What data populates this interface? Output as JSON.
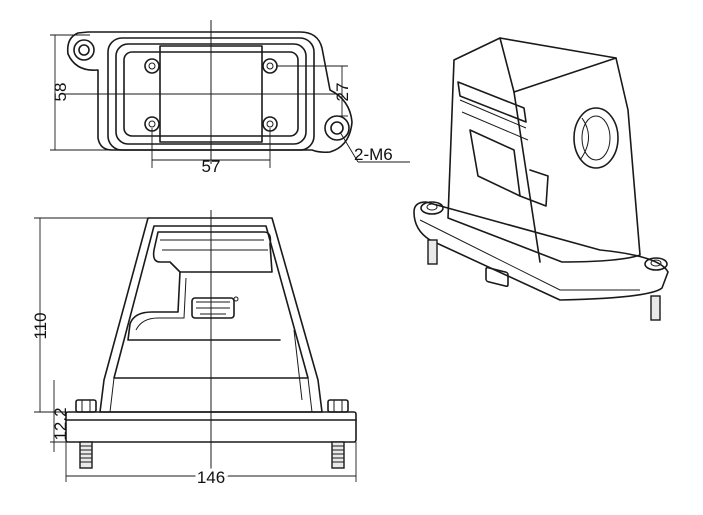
{
  "dimensions": {
    "top_height": "58",
    "top_width": "57",
    "top_offset": "27",
    "thread": "2-M6",
    "front_height": "110",
    "base_height": "12.2",
    "front_width": "146"
  },
  "colors": {
    "line": "#1a1a1a",
    "background": "#ffffff"
  }
}
